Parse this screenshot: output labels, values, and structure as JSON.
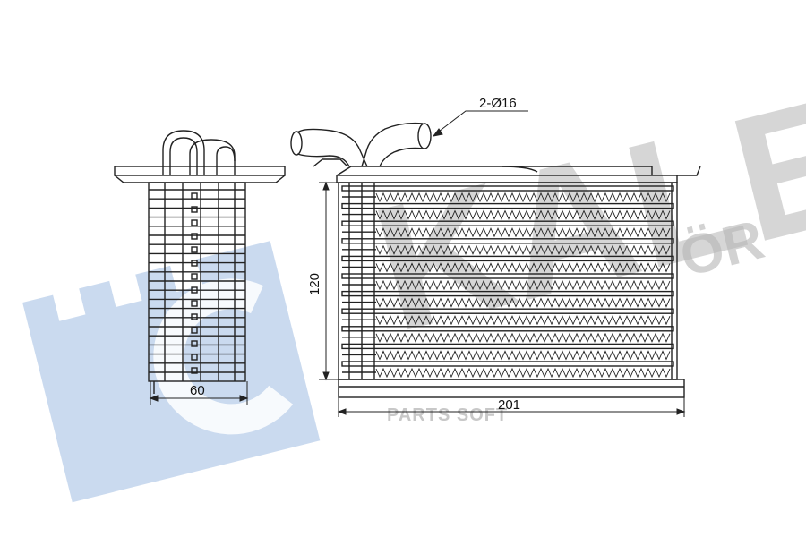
{
  "drawing": {
    "dimensions": {
      "side_width": "60",
      "height": "120",
      "length": "201",
      "pipe_spec": "2-Ø16"
    },
    "watermark": {
      "brand_logo_text": "KALE",
      "brand_suffix_text": "ÖR",
      "source_text": "PARTS SOFT",
      "logo_color": "#b8cdea",
      "brand_color": "#b5b5b5"
    },
    "line_color": "#222222"
  }
}
